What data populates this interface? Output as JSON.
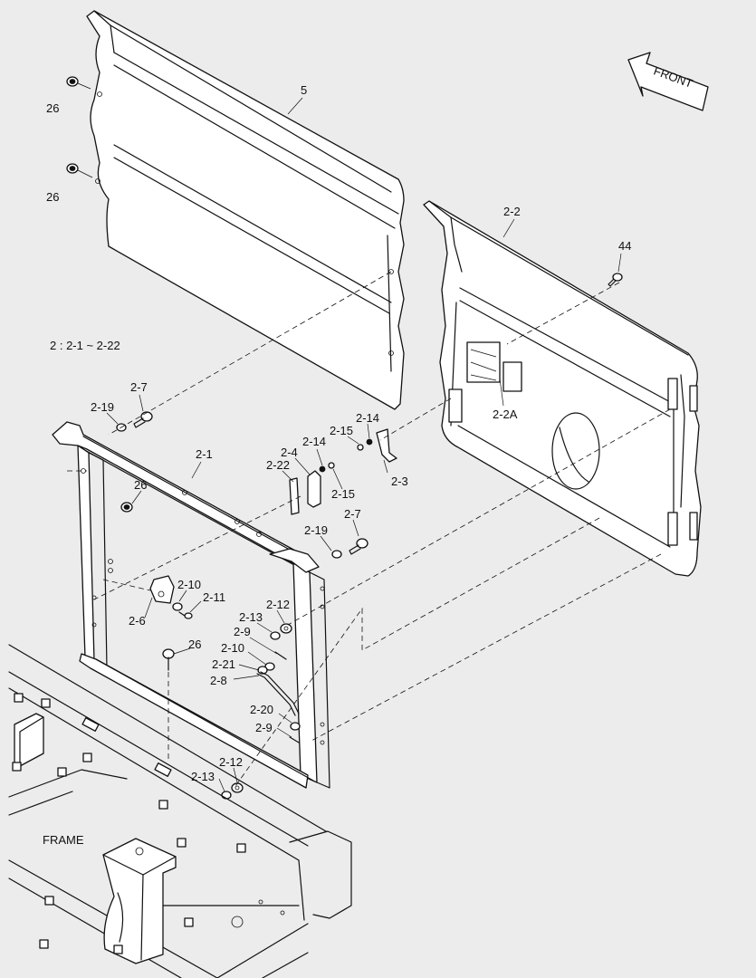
{
  "front_label": "FRONT",
  "frame_label": "FRAME",
  "group_note": "2 : 2-1 ~ 2-22",
  "callouts": {
    "c5": "5",
    "c26a": "26",
    "c26b": "26",
    "c26c": "26",
    "c26d": "26",
    "c2_2": "2-2",
    "c44": "44",
    "c2_2A": "2-2A",
    "c2_7a": "2-7",
    "c2_19a": "2-19",
    "c2_1": "2-1",
    "c2_14a": "2-14",
    "c2_15a": "2-15",
    "c2_4": "2-4",
    "c2_14b": "2-14",
    "c2_22": "2-22",
    "c2_3": "2-3",
    "c2_15b": "2-15",
    "c2_19b": "2-19",
    "c2_7b": "2-7",
    "c2_10a": "2-10",
    "c2_11": "2-11",
    "c2_6": "2-6",
    "c2_12a": "2-12",
    "c2_13a": "2-13",
    "c2_9a": "2-9",
    "c2_10b": "2-10",
    "c2_21": "2-21",
    "c2_8": "2-8",
    "c2_20": "2-20",
    "c2_9b": "2-9",
    "c2_12b": "2-12",
    "c2_13b": "2-13"
  }
}
